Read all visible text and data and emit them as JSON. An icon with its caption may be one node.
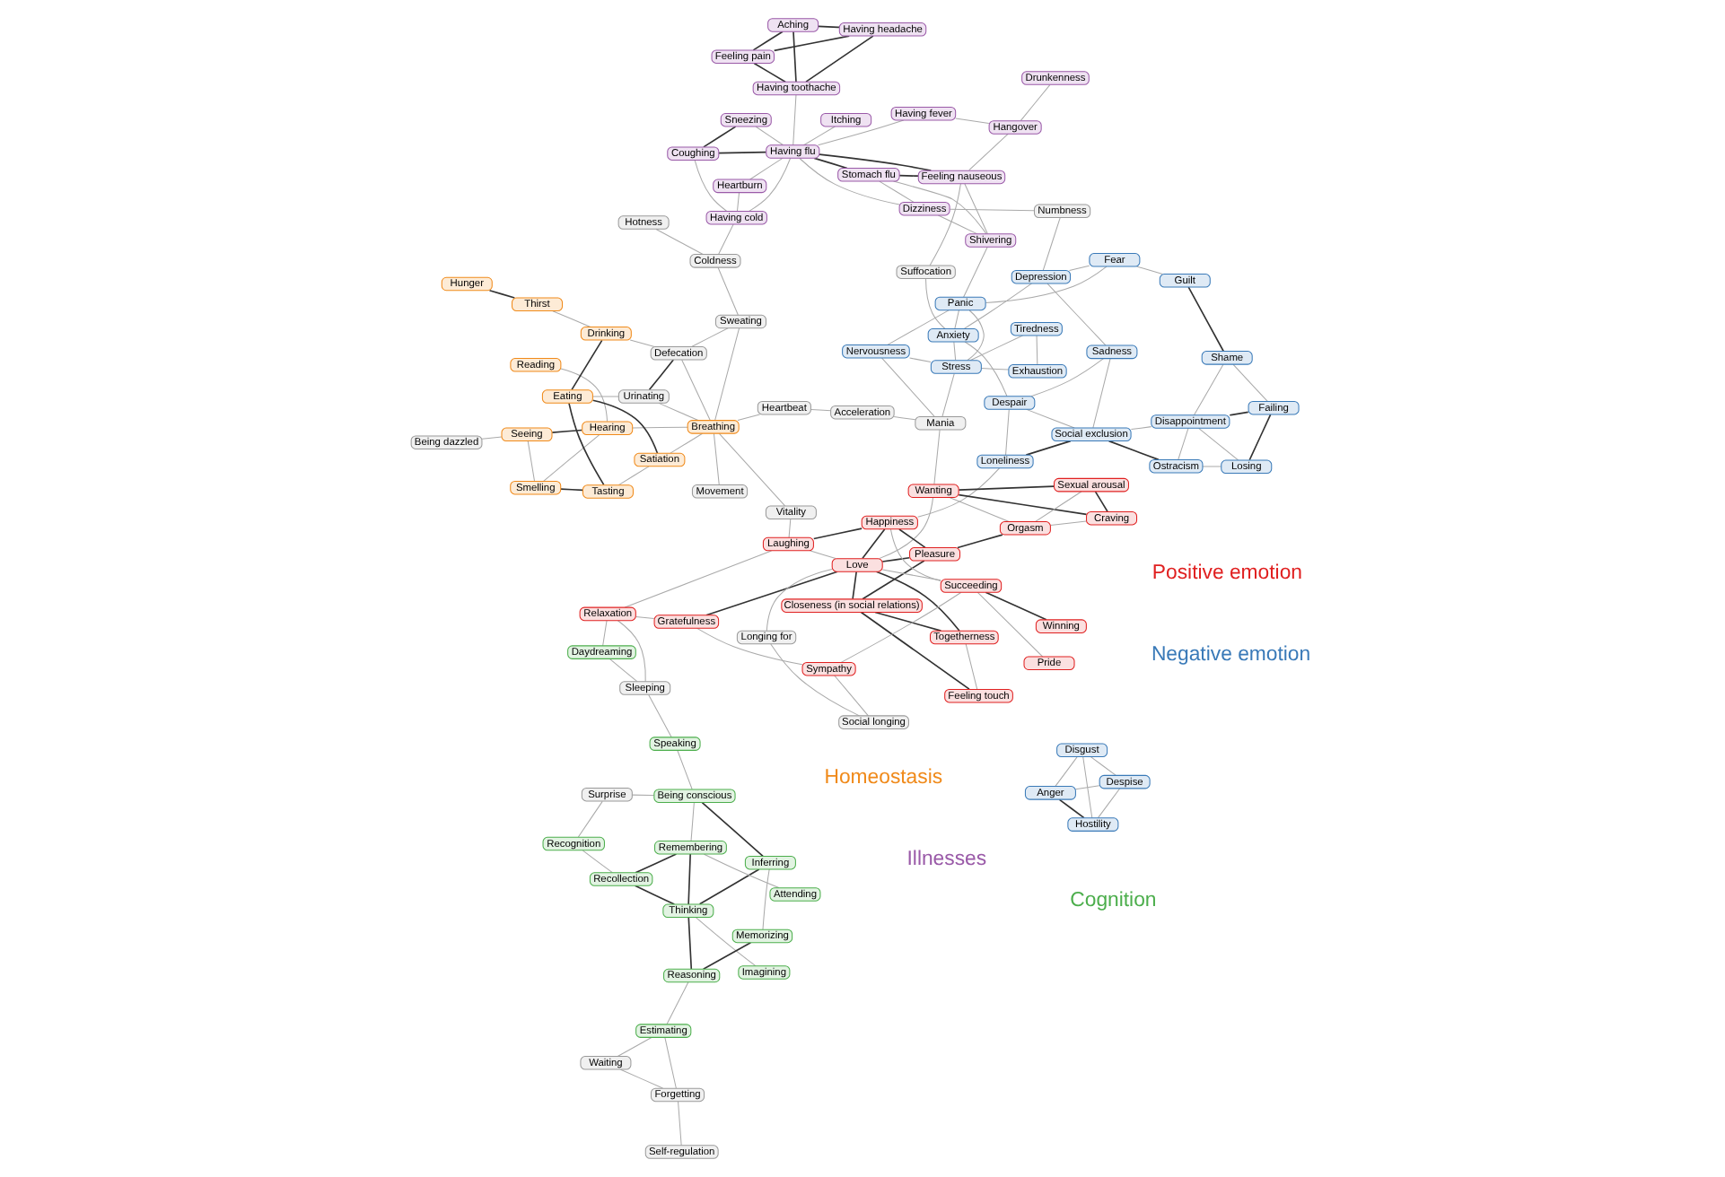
{
  "diagram": {
    "nodes": [
      {
        "text": [
          "Losing"
        ]
      },
      {
        "text": [
          "Ostracism"
        ]
      },
      {
        "text": [
          "Sadness"
        ]
      },
      {
        "text": [
          "Failing"
        ]
      },
      {
        "text": [
          "Disappointment"
        ]
      },
      {
        "text": [
          "Social exclusion"
        ]
      },
      {
        "text": [
          "Loneliness"
        ]
      },
      {
        "text": [
          "Fear"
        ]
      },
      {
        "text": [
          "Shame"
        ]
      },
      {
        "text": [
          "Despair"
        ]
      },
      {
        "text": [
          "Depression"
        ]
      },
      {
        "text": [
          "Anger"
        ]
      },
      {
        "text": [
          "Despise"
        ]
      },
      {
        "text": [
          "Hostility"
        ]
      },
      {
        "text": [
          "Disgust"
        ]
      },
      {
        "text": [
          "Guilt"
        ]
      },
      {
        "text": [
          "Anxiety"
        ]
      },
      {
        "text": [
          "Panic"
        ]
      },
      {
        "text": [
          "Stress"
        ]
      },
      {
        "text": [
          "Exhaustion"
        ]
      },
      {
        "text": [
          "Tiredness"
        ]
      },
      {
        "text": [
          "Nervousness"
        ]
      },
      {
        "text": [
          "Mania"
        ]
      },
      {
        "text": [
          "Acceleration"
        ]
      },
      {
        "text": [
          "Craving"
        ]
      },
      {
        "text": [
          "Sexual arousal"
        ]
      },
      {
        "text": [
          "Wanting"
        ]
      },
      {
        "text": [
          "Orgasm"
        ]
      },
      {
        "text": [
          "Feeling touch"
        ]
      },
      {
        "text": [
          "Pride"
        ]
      },
      {
        "text": [
          "Pleasure"
        ]
      },
      {
        "text": [
          "Closeness (in social relations)"
        ]
      },
      {
        "text": [
          "Happiness"
        ]
      },
      {
        "text": [
          "Winning"
        ]
      },
      {
        "text": [
          "Togetherness"
        ]
      },
      {
        "text": [
          "Love"
        ]
      },
      {
        "text": [
          "Laughing"
        ]
      },
      {
        "text": [
          "Succeeding"
        ]
      },
      {
        "text": [
          "Gratefulness"
        ]
      },
      {
        "text": [
          "Sympathy"
        ]
      },
      {
        "text": [
          "Social longing"
        ]
      },
      {
        "text": [
          "Longing for"
        ]
      },
      {
        "text": [
          "Vitality"
        ]
      },
      {
        "text": [
          "Relaxation"
        ]
      },
      {
        "text": [
          "Heartbeat"
        ]
      },
      {
        "text": [
          "Movement"
        ]
      },
      {
        "text": [
          "Breathing"
        ]
      },
      {
        "text": [
          "Sleeping"
        ]
      },
      {
        "text": [
          "Daydreaming"
        ]
      },
      {
        "text": [
          "Urinating"
        ]
      },
      {
        "text": [
          "Defecation"
        ]
      },
      {
        "text": [
          "Numbness"
        ]
      },
      {
        "text": [
          "Suffocation"
        ]
      },
      {
        "text": [
          "Sweating"
        ]
      },
      {
        "text": [
          "Surprise"
        ]
      },
      {
        "text": [
          "Hearing"
        ]
      },
      {
        "text": [
          "Reading"
        ]
      },
      {
        "text": [
          "Being conscious"
        ]
      },
      {
        "text": [
          "Satiation"
        ]
      },
      {
        "text": [
          "Smelling"
        ]
      },
      {
        "text": [
          "Speaking"
        ]
      },
      {
        "text": [
          "Seeing"
        ]
      },
      {
        "text": [
          "Hotness"
        ]
      },
      {
        "text": [
          "Coldness"
        ]
      },
      {
        "text": [
          "Drinking"
        ]
      },
      {
        "text": [
          "Thinking"
        ]
      },
      {
        "text": [
          "Recognition"
        ]
      },
      {
        "text": [
          "Attending"
        ]
      },
      {
        "text": [
          "Tasting"
        ]
      },
      {
        "text": [
          "Eating"
        ]
      },
      {
        "text": [
          "Thirst"
        ]
      },
      {
        "text": [
          "Imagining"
        ]
      },
      {
        "text": [
          "Memorizing"
        ]
      },
      {
        "text": [
          "Hunger"
        ]
      },
      {
        "text": [
          "Reasoning"
        ]
      },
      {
        "text": [
          "Inferring"
        ]
      },
      {
        "text": [
          "Recollection"
        ]
      },
      {
        "text": [
          "Being dazzled"
        ]
      },
      {
        "text": [
          "Remembering"
        ]
      },
      {
        "text": [
          "Estimating"
        ]
      },
      {
        "text": [
          "Self-regulation"
        ]
      },
      {
        "text": [
          "Waiting"
        ]
      },
      {
        "text": [
          "Forgetting"
        ]
      },
      {
        "text": [
          "Shivering"
        ]
      },
      {
        "text": [
          "Dizziness"
        ]
      },
      {
        "text": [
          "Feeling nauseous"
        ]
      },
      {
        "text": [
          "Heartburn"
        ]
      },
      {
        "text": [
          "Having cold"
        ]
      },
      {
        "text": [
          "Hangover"
        ]
      },
      {
        "text": [
          "Stomach flu"
        ]
      },
      {
        "text": [
          "Coughing"
        ]
      },
      {
        "text": [
          "Drunkenness"
        ]
      },
      {
        "text": [
          "Having fever"
        ]
      },
      {
        "text": [
          "Sneezing"
        ]
      },
      {
        "text": [
          "Having flu"
        ]
      },
      {
        "text": [
          "Having toothache"
        ]
      },
      {
        "text": [
          "Having headache"
        ]
      },
      {
        "text": [
          "Itching"
        ]
      },
      {
        "text": [
          "Aching"
        ]
      },
      {
        "text": [
          "Feeling pain"
        ]
      }
    ],
    "edges": [
      {
        "from": 0,
        "to": 3,
        "arrow": "none",
        "color": "#333333"
      },
      {
        "from": 0,
        "to": 1,
        "arrow": "none"
      },
      {
        "from": 0,
        "to": 4,
        "arrow": "none"
      },
      {
        "from": 1,
        "to": 5,
        "arrow": "none",
        "color": "#333333"
      },
      {
        "from": 1,
        "to": 4,
        "arrow": "none"
      },
      {
        "from": 3,
        "to": 4,
        "arrow": "none",
        "color": "#333333"
      },
      {
        "from": 2,
        "to": 5,
        "arrow": "none"
      },
      {
        "from": 2,
        "to": 9,
        "arrow": "none"
      },
      {
        "from": 2,
        "to": 10,
        "arrow": "none"
      },
      {
        "from": 4,
        "to": 5,
        "arrow": "none"
      },
      {
        "from": 5,
        "to": 6,
        "arrow": "none",
        "color": "#333333"
      },
      {
        "from": 5,
        "to": 9,
        "arrow": "none"
      },
      {
        "from": 6,
        "to": 9,
        "arrow": "none"
      },
      {
        "from": 6,
        "to": 32,
        "arrow": "none"
      },
      {
        "from": 7,
        "to": 10,
        "arrow": "none"
      },
      {
        "from": 7,
        "to": 17,
        "arrow": "none"
      },
      {
        "from": 7,
        "to": 15,
        "arrow": "none"
      },
      {
        "from": 8,
        "to": 15,
        "arrow": "none",
        "color": "#333333"
      },
      {
        "from": 3,
        "to": 8,
        "arrow": "none"
      },
      {
        "from": 4,
        "to": 8,
        "arrow": "none"
      },
      {
        "from": 9,
        "to": 16,
        "arrow": "none"
      },
      {
        "from": 10,
        "to": 16,
        "arrow": "none"
      },
      {
        "from": 16,
        "to": 17,
        "arrow": "none"
      },
      {
        "from": 16,
        "to": 18,
        "arrow": "none"
      },
      {
        "from": 17,
        "to": 18,
        "arrow": "none"
      },
      {
        "from": 17,
        "to": 21,
        "arrow": "none"
      },
      {
        "from": 18,
        "to": 19,
        "arrow": "none"
      },
      {
        "from": 18,
        "to": 21,
        "arrow": "none"
      },
      {
        "from": 19,
        "to": 20,
        "arrow": "none"
      },
      {
        "from": 18,
        "to": 20,
        "arrow": "none"
      },
      {
        "from": 18,
        "to": 22,
        "arrow": "none"
      },
      {
        "from": 21,
        "to": 22,
        "arrow": "none"
      },
      {
        "from": 22,
        "to": 23,
        "arrow": "none"
      },
      {
        "from": 23,
        "to": 44,
        "arrow": "none"
      },
      {
        "from": 22,
        "to": 26,
        "arrow": "none"
      },
      {
        "from": 11,
        "to": 12,
        "arrow": "none"
      },
      {
        "from": 11,
        "to": 13,
        "arrow": "none",
        "color": "#333333"
      },
      {
        "from": 12,
        "to": 14,
        "arrow": "none"
      },
      {
        "from": 13,
        "to": 14,
        "arrow": "none"
      },
      {
        "from": 12,
        "to": 13,
        "arrow": "none"
      },
      {
        "from": 11,
        "to": 14,
        "arrow": "none"
      },
      {
        "from": 17,
        "to": 83,
        "arrow": "none"
      },
      {
        "from": 16,
        "to": 52,
        "arrow": "none"
      },
      {
        "from": 10,
        "to": 51,
        "arrow": "none"
      },
      {
        "from": 24,
        "to": 25,
        "arrow": "none",
        "color": "#333333"
      },
      {
        "from": 24,
        "to": 26,
        "arrow": "none",
        "color": "#333333"
      },
      {
        "from": 25,
        "to": 26,
        "arrow": "none",
        "color": "#333333"
      },
      {
        "from": 25,
        "to": 27,
        "arrow": "none"
      },
      {
        "from": 26,
        "to": 27,
        "arrow": "none"
      },
      {
        "from": 24,
        "to": 27,
        "arrow": "none"
      },
      {
        "from": 27,
        "to": 30,
        "arrow": "none",
        "color": "#333333"
      },
      {
        "from": 30,
        "to": 31,
        "arrow": "none",
        "color": "#333333"
      },
      {
        "from": 30,
        "to": 32,
        "arrow": "none",
        "color": "#333333"
      },
      {
        "from": 30,
        "to": 35,
        "arrow": "none",
        "color": "#333333"
      },
      {
        "from": 28,
        "to": 31,
        "arrow": "none",
        "color": "#333333"
      },
      {
        "from": 28,
        "to": 34,
        "arrow": "none"
      },
      {
        "from": 31,
        "to": 34,
        "arrow": "none",
        "color": "#333333"
      },
      {
        "from": 31,
        "to": 35,
        "arrow": "none",
        "color": "#333333"
      },
      {
        "from": 32,
        "to": 35,
        "arrow": "none",
        "color": "#333333"
      },
      {
        "from": 33,
        "to": 37,
        "arrow": "none",
        "color": "#333333"
      },
      {
        "from": 32,
        "to": 36,
        "arrow": "none",
        "color": "#333333"
      },
      {
        "from": 34,
        "to": 35,
        "arrow": "none",
        "color": "#333333"
      },
      {
        "from": 35,
        "to": 38,
        "arrow": "none",
        "color": "#333333"
      },
      {
        "from": 35,
        "to": 37,
        "arrow": "none"
      },
      {
        "from": 29,
        "to": 37,
        "arrow": "none"
      },
      {
        "from": 32,
        "to": 37,
        "arrow": "none"
      },
      {
        "from": 36,
        "to": 35,
        "arrow": "none"
      },
      {
        "from": 37,
        "to": 39,
        "arrow": "none"
      },
      {
        "from": 38,
        "to": 39,
        "arrow": "none"
      },
      {
        "from": 39,
        "to": 40,
        "arrow": "none"
      },
      {
        "from": 40,
        "to": 41,
        "arrow": "none"
      },
      {
        "from": 35,
        "to": 41,
        "arrow": "none"
      },
      {
        "from": 26,
        "to": 35,
        "arrow": "none"
      },
      {
        "from": 36,
        "to": 43,
        "arrow": "none"
      },
      {
        "from": 36,
        "to": 42,
        "arrow": "none"
      },
      {
        "from": 38,
        "to": 43,
        "arrow": "none"
      },
      {
        "from": 43,
        "to": 48,
        "arrow": "none"
      },
      {
        "from": 43,
        "to": 47,
        "arrow": "none"
      },
      {
        "from": 42,
        "to": 46,
        "arrow": "none"
      },
      {
        "from": 45,
        "to": 46,
        "arrow": "none"
      },
      {
        "from": 44,
        "to": 46,
        "arrow": "none"
      },
      {
        "from": 46,
        "to": 49,
        "arrow": "none"
      },
      {
        "from": 46,
        "to": 50,
        "arrow": "none"
      },
      {
        "from": 49,
        "to": 50,
        "arrow": "none",
        "color": "#333333"
      },
      {
        "from": 47,
        "to": 48,
        "arrow": "none"
      },
      {
        "from": 46,
        "to": 55,
        "arrow": "none"
      },
      {
        "from": 46,
        "to": 58,
        "arrow": "none"
      },
      {
        "from": 58,
        "to": 69,
        "arrow": "none",
        "color": "#333333"
      },
      {
        "from": 58,
        "to": 68,
        "arrow": "none"
      },
      {
        "from": 64,
        "to": 69,
        "arrow": "none",
        "color": "#333333"
      },
      {
        "from": 69,
        "to": 68,
        "arrow": "none",
        "color": "#333333"
      },
      {
        "from": 68,
        "to": 59,
        "arrow": "none",
        "color": "#333333"
      },
      {
        "from": 59,
        "to": 55,
        "arrow": "none"
      },
      {
        "from": 55,
        "to": 61,
        "arrow": "none",
        "color": "#333333"
      },
      {
        "from": 59,
        "to": 61,
        "arrow": "none"
      },
      {
        "from": 55,
        "to": 56,
        "arrow": "none"
      },
      {
        "from": 70,
        "to": 73,
        "arrow": "none",
        "color": "#333333"
      },
      {
        "from": 64,
        "to": 70,
        "arrow": "none"
      },
      {
        "from": 53,
        "to": 50,
        "arrow": "none"
      },
      {
        "from": 53,
        "to": 46,
        "arrow": "none"
      },
      {
        "from": 62,
        "to": 63,
        "arrow": "none"
      },
      {
        "from": 50,
        "to": 64,
        "arrow": "none"
      },
      {
        "from": 49,
        "to": 69,
        "arrow": "none"
      },
      {
        "from": 65,
        "to": 74,
        "arrow": "none",
        "color": "#333333"
      },
      {
        "from": 65,
        "to": 78,
        "arrow": "none",
        "color": "#333333"
      },
      {
        "from": 65,
        "to": 76,
        "arrow": "none",
        "color": "#333333"
      },
      {
        "from": 65,
        "to": 75,
        "arrow": "none",
        "color": "#333333"
      },
      {
        "from": 57,
        "to": 75,
        "arrow": "none",
        "color": "#333333"
      },
      {
        "from": 57,
        "to": 78,
        "arrow": "none"
      },
      {
        "from": 74,
        "to": 72,
        "arrow": "none",
        "color": "#333333"
      },
      {
        "from": 75,
        "to": 72,
        "arrow": "none"
      },
      {
        "from": 67,
        "to": 78,
        "arrow": "none"
      },
      {
        "from": 76,
        "to": 78,
        "arrow": "none",
        "color": "#333333"
      },
      {
        "from": 74,
        "to": 79,
        "arrow": "none"
      },
      {
        "from": 79,
        "to": 81,
        "arrow": "none"
      },
      {
        "from": 79,
        "to": 82,
        "arrow": "none"
      },
      {
        "from": 80,
        "to": 82,
        "arrow": "none"
      },
      {
        "from": 81,
        "to": 82,
        "arrow": "none"
      },
      {
        "from": 54,
        "to": 57,
        "arrow": "none"
      },
      {
        "from": 54,
        "to": 66,
        "arrow": "none"
      },
      {
        "from": 60,
        "to": 57,
        "arrow": "none"
      },
      {
        "from": 71,
        "to": 65,
        "arrow": "none"
      },
      {
        "from": 66,
        "to": 76,
        "arrow": "none"
      },
      {
        "from": 77,
        "to": 61,
        "arrow": "none"
      },
      {
        "from": 47,
        "to": 60,
        "arrow": "none"
      },
      {
        "from": 83,
        "to": 85,
        "arrow": "none"
      },
      {
        "from": 83,
        "to": 84,
        "arrow": "none"
      },
      {
        "from": 83,
        "to": 89,
        "arrow": "none"
      },
      {
        "from": 84,
        "to": 89,
        "arrow": "none"
      },
      {
        "from": 84,
        "to": 94,
        "arrow": "none"
      },
      {
        "from": 85,
        "to": 89,
        "arrow": "none",
        "color": "#333333"
      },
      {
        "from": 85,
        "to": 88,
        "arrow": "none"
      },
      {
        "from": 85,
        "to": 94,
        "arrow": "none",
        "color": "#333333"
      },
      {
        "from": 86,
        "to": 87,
        "arrow": "none"
      },
      {
        "from": 86,
        "to": 94,
        "arrow": "none"
      },
      {
        "from": 87,
        "to": 94,
        "arrow": "none"
      },
      {
        "from": 89,
        "to": 94,
        "arrow": "none",
        "color": "#333333"
      },
      {
        "from": 90,
        "to": 94,
        "arrow": "none",
        "color": "#333333"
      },
      {
        "from": 90,
        "to": 93,
        "arrow": "none",
        "color": "#333333"
      },
      {
        "from": 93,
        "to": 94,
        "arrow": "none"
      },
      {
        "from": 88,
        "to": 91,
        "arrow": "none"
      },
      {
        "from": 88,
        "to": 92,
        "arrow": "none"
      },
      {
        "from": 92,
        "to": 94,
        "arrow": "none"
      },
      {
        "from": 94,
        "to": 95,
        "arrow": "none"
      },
      {
        "from": 96,
        "to": 95,
        "arrow": "none",
        "color": "#333333"
      },
      {
        "from": 96,
        "to": 98,
        "arrow": "none",
        "color": "#333333"
      },
      {
        "from": 96,
        "to": 99,
        "arrow": "none",
        "color": "#333333"
      },
      {
        "from": 95,
        "to": 99,
        "arrow": "none",
        "color": "#333333"
      },
      {
        "from": 95,
        "to": 98,
        "arrow": "none",
        "color": "#333333"
      },
      {
        "from": 98,
        "to": 99,
        "arrow": "none",
        "color": "#333333"
      },
      {
        "from": 94,
        "to": 97,
        "arrow": "none"
      },
      {
        "from": 87,
        "to": 90,
        "arrow": "none"
      },
      {
        "from": 51,
        "to": 84,
        "arrow": "none"
      },
      {
        "from": 53,
        "to": 63,
        "arrow": "none"
      },
      {
        "from": 63,
        "to": 87,
        "arrow": "none"
      },
      {
        "from": 52,
        "to": 85,
        "arrow": "none"
      }
    ],
    "labels": [
      "Negative emotion",
      "Positive emotion",
      "Illnesses",
      "Homeostasis",
      "Cognition"
    ]
  }
}
